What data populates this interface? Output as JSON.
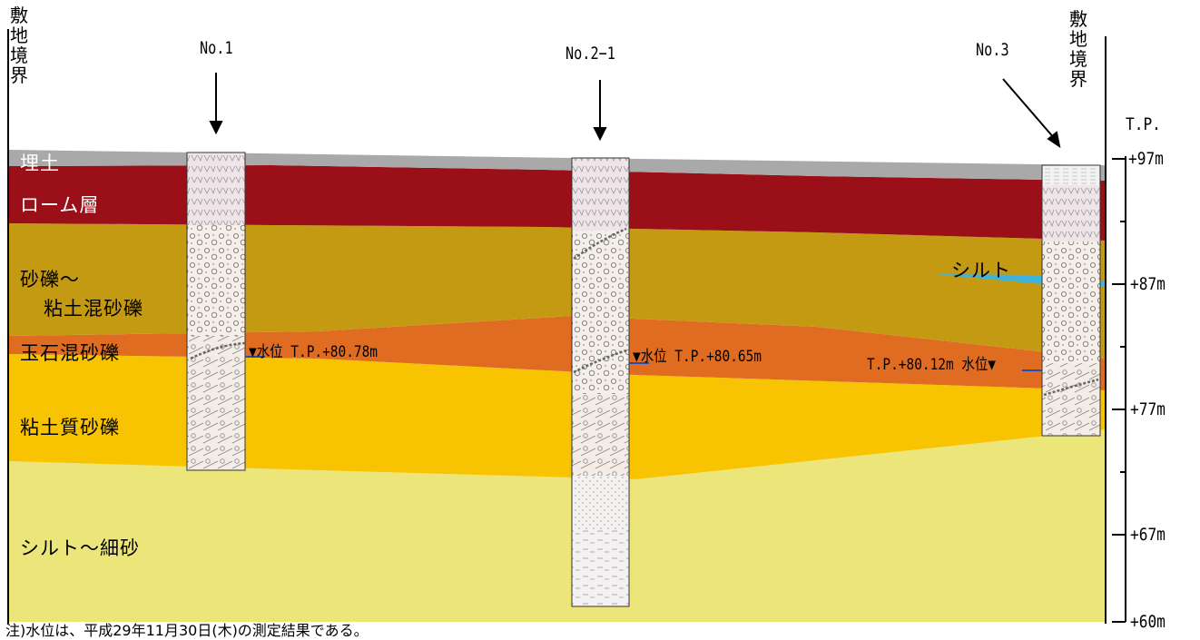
{
  "boundary_left": "敷地境界",
  "boundary_right": "敷地境界",
  "boreholes": [
    {
      "name": "No.1"
    },
    {
      "name": "No.2−1"
    },
    {
      "name": "No.3"
    }
  ],
  "layers": [
    {
      "name": "埋土",
      "color": "#a9a9a9"
    },
    {
      "name": "ローム層",
      "color": "#9b1018"
    },
    {
      "name": "砂礫～",
      "color": "#c49a12"
    },
    {
      "name": "粘土混砂礫",
      "color": "#c49a12"
    },
    {
      "name": "玉石混砂礫",
      "color": "#e06c22"
    },
    {
      "name": "粘土質砂礫",
      "color": "#f8c300"
    },
    {
      "name": "シルト～細砂",
      "color": "#ebe57a"
    },
    {
      "name": "シルト",
      "color": "#3fb3e0"
    }
  ],
  "water_levels": [
    {
      "text": "▼水位 T.P.+80.78m"
    },
    {
      "text": "▼水位 T.P.+80.65m"
    },
    {
      "text": "T.P.+80.12m 水位▼"
    }
  ],
  "axis": {
    "title_line1": "T.P.",
    "ticks": [
      "+97m",
      "+87m",
      "+77m",
      "+67m",
      "+60m"
    ]
  },
  "note": "注)水位は、平成29年11月30日(木)の測定結果である。"
}
